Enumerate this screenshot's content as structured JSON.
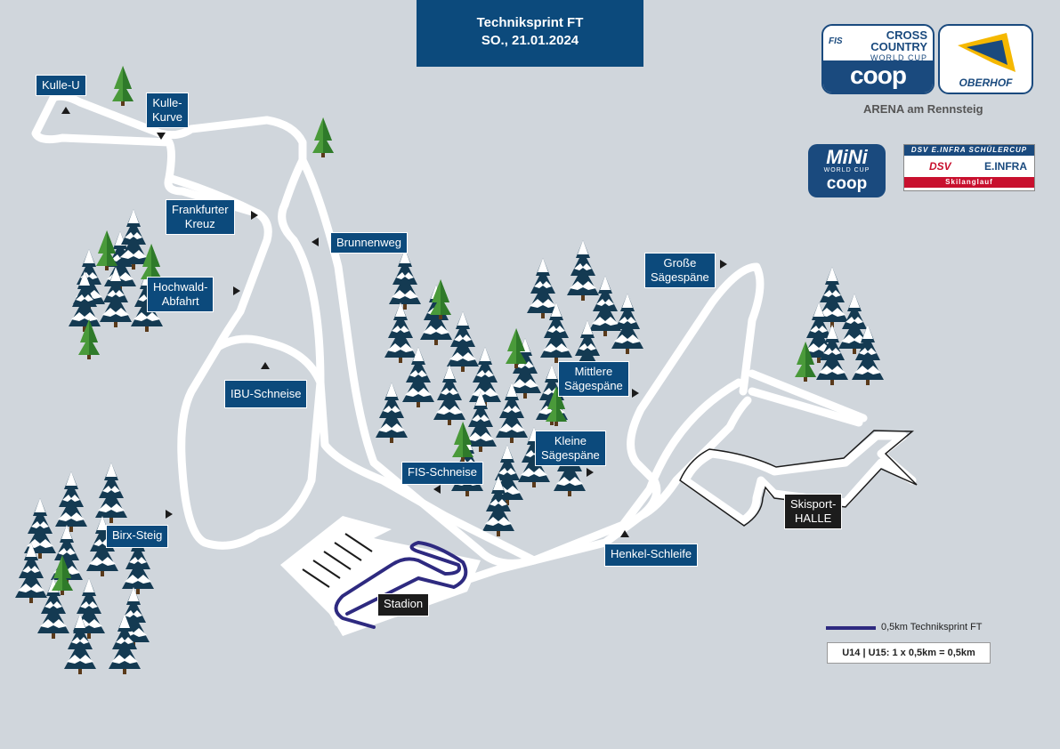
{
  "header": {
    "title": "Techniksprint FT",
    "date": "SO., 21.01.2024"
  },
  "logos": {
    "fis_text_line1": "CROSS",
    "fis_text_line2": "COUNTRY",
    "fis_text_line3": "WORLD CUP",
    "fis_abbr": "FIS",
    "coop": "coop",
    "oberhof": "OBERHOF",
    "arena": "ARENA am Rennsteig",
    "mini_word": "MiNi",
    "mini_worldcup": "WORLD CUP",
    "mini_coop": "coop",
    "dsv_top": "DSV E.INFRA SCHÜLERCUP",
    "dsv_name": "DSV",
    "dsv_einfra": "E.INFRA",
    "dsv_bottom": "Skilanglauf"
  },
  "places": [
    {
      "label": "Kulle-U"
    },
    {
      "label": "Kulle-\nKurve"
    },
    {
      "label": "Frankfurter\nKreuz"
    },
    {
      "label": "Brunnenweg"
    },
    {
      "label": "Hochwald-\nAbfahrt"
    },
    {
      "label": "IBU-Schneise"
    },
    {
      "label": "Birx-Steig"
    },
    {
      "label": "Große\nSägespäne"
    },
    {
      "label": "Mittlere\nSägespäne"
    },
    {
      "label": "Kleine\nSägespäne"
    },
    {
      "label": "FIS-Schneise"
    },
    {
      "label": "Henkel-Schleife"
    },
    {
      "label": "Stadion"
    },
    {
      "label": "Skisport-\nHALLE"
    }
  ],
  "legend": {
    "line_label": "0,5km Techniksprint FT",
    "line_color": "#2e2a80",
    "category_text": "U14 | U15: 1 x 0,5km = 0,5km"
  },
  "colors": {
    "background": "#d0d6dc",
    "label_blue": "#0c4a7c",
    "track": "#ffffffef"
  }
}
